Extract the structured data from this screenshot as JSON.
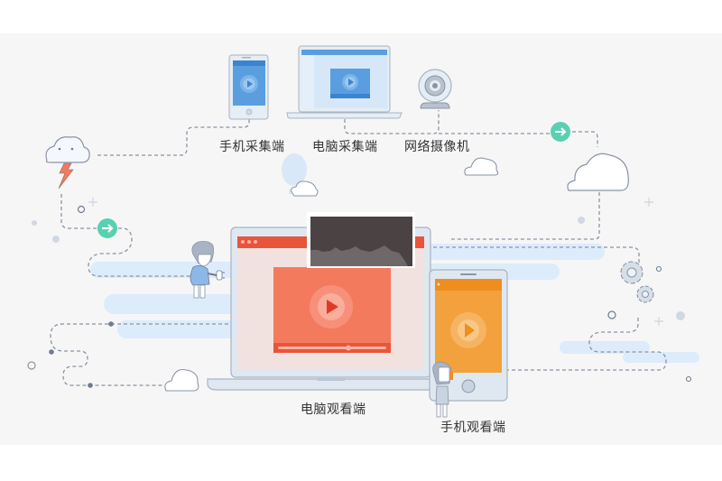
{
  "diagram": {
    "title": "",
    "sources": [
      {
        "id": "mobile-capture",
        "label": "手机采集端"
      },
      {
        "id": "pc-capture",
        "label": "电脑采集端"
      },
      {
        "id": "ip-camera",
        "label": "网络摄像机"
      }
    ],
    "viewers": [
      {
        "id": "pc-viewer",
        "label": "电脑观看端"
      },
      {
        "id": "mobile-viewer",
        "label": "手机观看端"
      }
    ],
    "icons": [
      "storm-cloud-icon",
      "arrow-right-icon",
      "cloud-icon",
      "gear-icon",
      "hot-air-balloon-icon",
      "person-plug-icon",
      "person-phone-icon",
      "play-icon"
    ],
    "colors": {
      "background_band": "#f6f6f6",
      "capture_blue": "#4a90d9",
      "pc_viewer_red": "#e9553a",
      "pc_viewer_video": "#f47a5e",
      "mobile_viewer_orange": "#f2a13c",
      "arrow_teal": "#5ad0b2",
      "lightning": "#f47a5e",
      "dashed_line": "#8a94a6",
      "light_blue_stripe": "#dcecfb"
    }
  }
}
